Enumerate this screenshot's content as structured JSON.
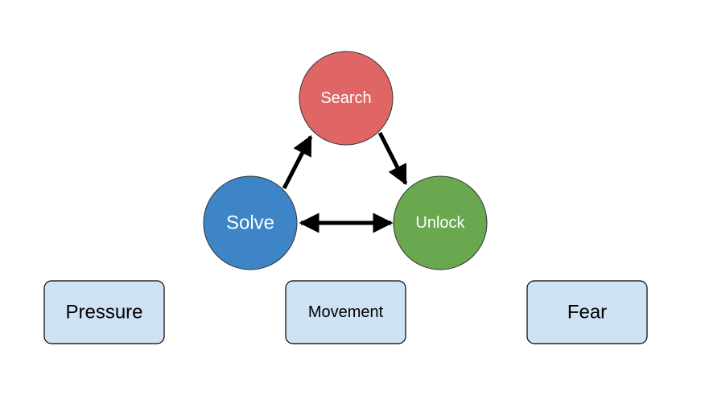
{
  "nodes": {
    "search": {
      "label": "Search",
      "color": "#e06666"
    },
    "solve": {
      "label": "Solve",
      "color": "#3d85c6"
    },
    "unlock": {
      "label": "Unlock",
      "color": "#6aa84f"
    }
  },
  "boxes": {
    "pressure": {
      "label": "Pressure"
    },
    "movement": {
      "label": "Movement"
    },
    "fear": {
      "label": "Fear"
    }
  },
  "colors": {
    "box_fill": "#cfe2f3",
    "stroke": "#000000",
    "arrow": "#000000"
  },
  "edges": [
    {
      "from": "Solve",
      "to": "Search",
      "direction": "one-way"
    },
    {
      "from": "Search",
      "to": "Unlock",
      "direction": "one-way"
    },
    {
      "from": "Solve",
      "to": "Unlock",
      "direction": "two-way"
    }
  ]
}
